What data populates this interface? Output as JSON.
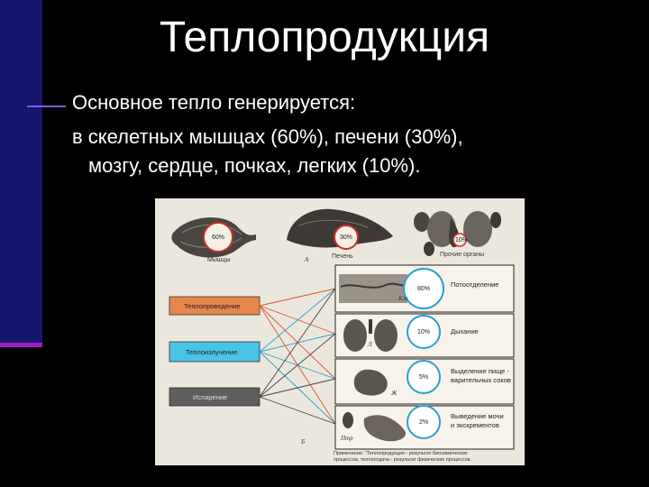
{
  "slide": {
    "title": "Теплопродукция",
    "line1": "Основное тепло генерируется:",
    "line2": "в скелетных мышцах (60%), печени (30%),",
    "line3": "мозгу, сердце, почках, легких (10%)."
  },
  "figure": {
    "sources": [
      {
        "label": "Мышцы",
        "pct": "60%"
      },
      {
        "label": "Печень",
        "pct": "30%"
      },
      {
        "label": "Прочие органы",
        "pct": "10%"
      }
    ],
    "mechanisms": [
      {
        "label": "Теплопроведение",
        "color": "#e8864a"
      },
      {
        "label": "Теплоизлучение",
        "color": "#49c3e6"
      },
      {
        "label": "Испарение",
        "color": "#5e5e5e"
      }
    ],
    "routes": [
      {
        "label": "Потоотделение",
        "pct": "80%",
        "letter": "Кж"
      },
      {
        "label": "Дыхание",
        "pct": "10%",
        "letter": "Л"
      },
      {
        "label": "Выделение пище-варительных соков",
        "label_a": "Выделение пище -",
        "label_b": "варительных соков",
        "pct": "5%",
        "letter": "Ж"
      },
      {
        "label": "Выведение мочи и экскрементов",
        "label_a": "Выведение мочи",
        "label_b": "и экскрементов",
        "pct": "2%",
        "letter": "Птр"
      }
    ],
    "panel_letters": {
      "a": "А",
      "b": "Б"
    },
    "note_a": "Примечание: \"Теплопродукция - результат биохимических",
    "note_b": "процессов, теплоотдача - результат физических процессов."
  }
}
